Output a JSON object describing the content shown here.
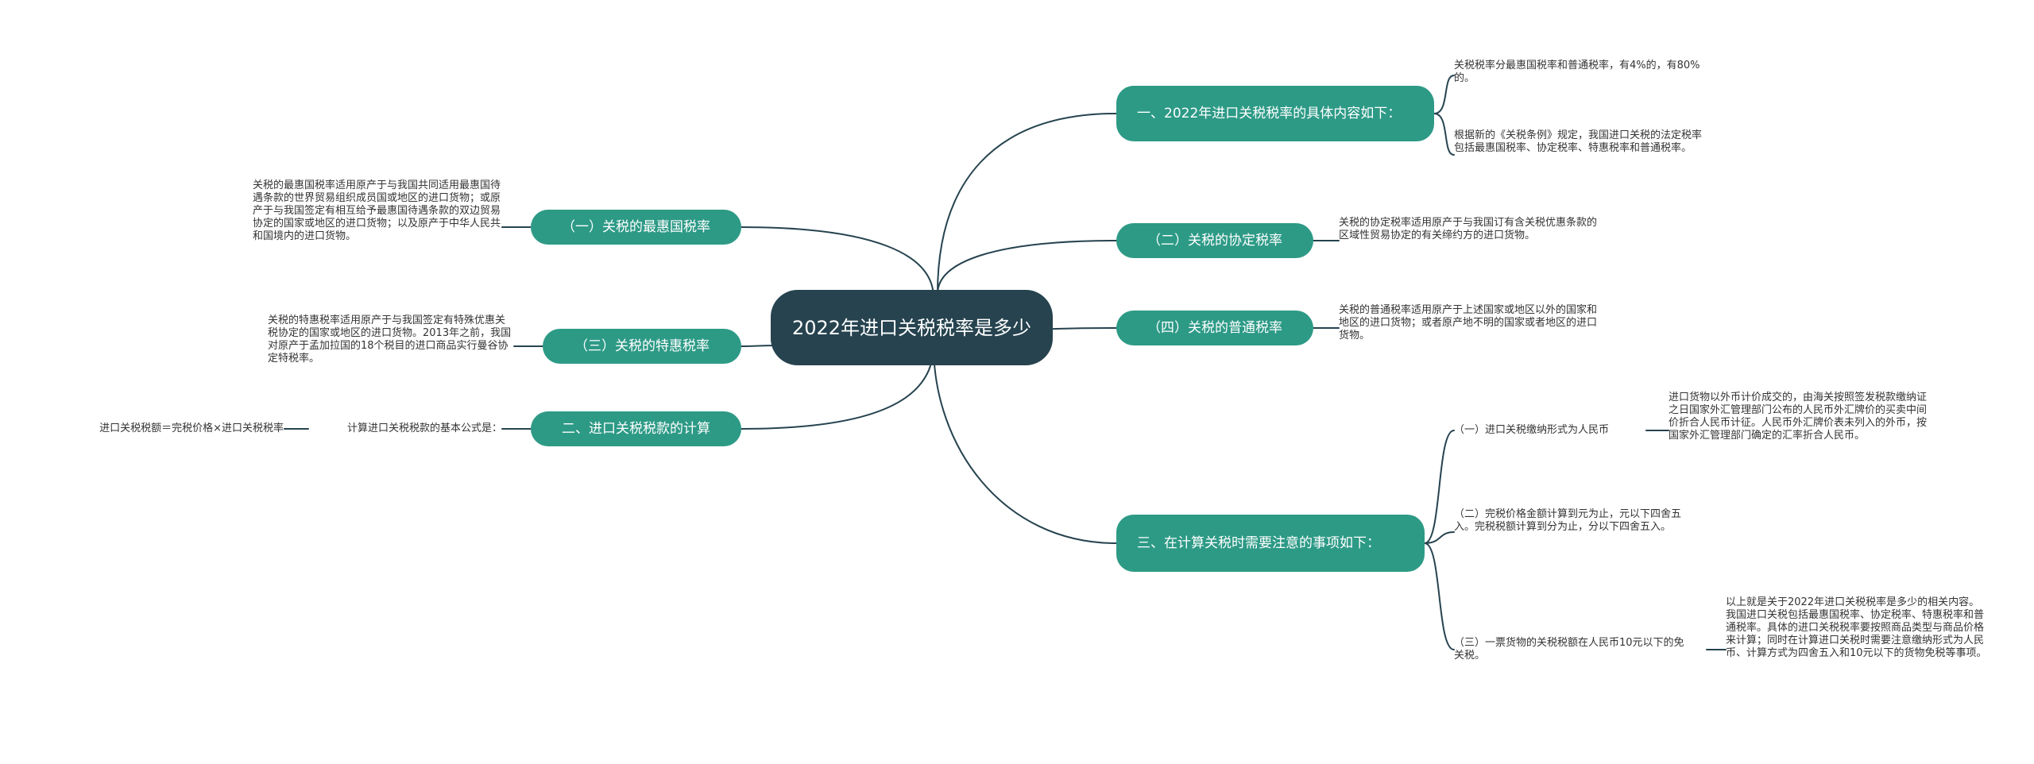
{
  "root": {
    "title": "2022年进口关税税率是多少"
  },
  "right": [
    {
      "label": "一、2022年进口关税税率的具体内容如下：",
      "children": [
        "关税税率分最惠国税率和普通税率，有4%的，有80%的。",
        "根据新的《关税条例》规定，我国进口关税的法定税率包括最惠国税率、协定税率、特惠税率和普通税率。"
      ]
    },
    {
      "label": "（二）关税的协定税率",
      "children": [
        "关税的协定税率适用原产于与我国订有含关税优惠条款的区域性贸易协定的有关缔约方的进口货物。"
      ]
    },
    {
      "label": "（四）关税的普通税率",
      "children": [
        "关税的普通税率适用原产于上述国家或地区以外的国家和地区的进口货物；或者原产地不明的国家或者地区的进口货物。"
      ]
    },
    {
      "label": "三、在计算关税时需要注意的事项如下：",
      "children": [
        {
          "label": "（一）进口关税缴纳形式为人民币",
          "detail": "进口货物以外币计价成交的，由海关按照签发税款缴纳证之日国家外汇管理部门公布的人民币外汇牌价的买卖中间价折合人民币计征。人民币外汇牌价表未列入的外币，按国家外汇管理部门确定的汇率折合人民币。"
        },
        {
          "label": "（二）完税价格金额计算到元为止，元以下四舍五入。完税税额计算到分为止，分以下四舍五入。"
        },
        {
          "label": "（三）一票货物的关税税额在人民币10元以下的免关税。",
          "detail": "以上就是关于2022年进口关税税率是多少的相关内容。我国进口关税包括最惠国税率、协定税率、特惠税率和普通税率。具体的进口关税税率要按照商品类型与商品价格来计算；同时在计算进口关税时需要注意缴纳形式为人民币、计算方式为四舍五入和10元以下的货物免税等事项。"
        }
      ]
    }
  ],
  "left": [
    {
      "label": "（一）关税的最惠国税率",
      "children": [
        "关税的最惠国税率适用原产于与我国共同适用最惠国待遇条款的世界贸易组织成员国或地区的进口货物；或原产于与我国签定有相互给予最惠国待遇条款的双边贸易协定的国家或地区的进口货物；以及原产于中华人民共和国境内的进口货物。"
      ]
    },
    {
      "label": "（三）关税的特惠税率",
      "children": [
        "关税的特惠税率适用原产于与我国签定有特殊优惠关税协定的国家或地区的进口货物。2013年之前，我国对原产于孟加拉国的18个税目的进口商品实行曼谷协定特税率。"
      ]
    },
    {
      "label": "二、进口关税税款的计算",
      "children": [
        {
          "label": "计算进口关税税款的基本公式是：",
          "detail": "进口关税税额＝完税价格×进口关税税率"
        }
      ]
    }
  ],
  "colors": {
    "root": "#26434f",
    "branch": "#2d9a86",
    "line": "#26434f",
    "text": "#333333"
  }
}
